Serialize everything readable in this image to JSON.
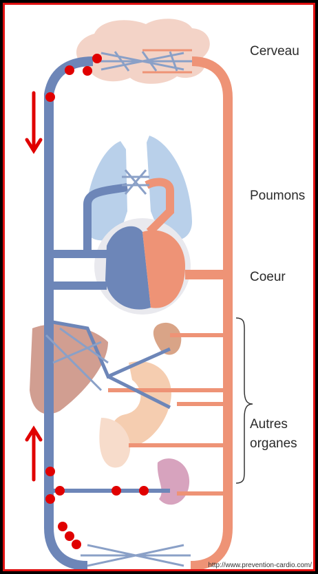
{
  "labels": {
    "brain": "Cerveau",
    "lungs": "Poumons",
    "heart": "Coeur",
    "other_1": "Autres",
    "other_2": "organes"
  },
  "credit": "http://www.prevention-cardio.com/",
  "colors": {
    "frame": "#e01010",
    "vein": "#6d86b8",
    "artery": "#ee9376",
    "lung": "#b9d0ea",
    "brain": "#f3d3c7",
    "liver": "#c98d7e",
    "marker": "#e00000",
    "arrow": "#e00000"
  }
}
